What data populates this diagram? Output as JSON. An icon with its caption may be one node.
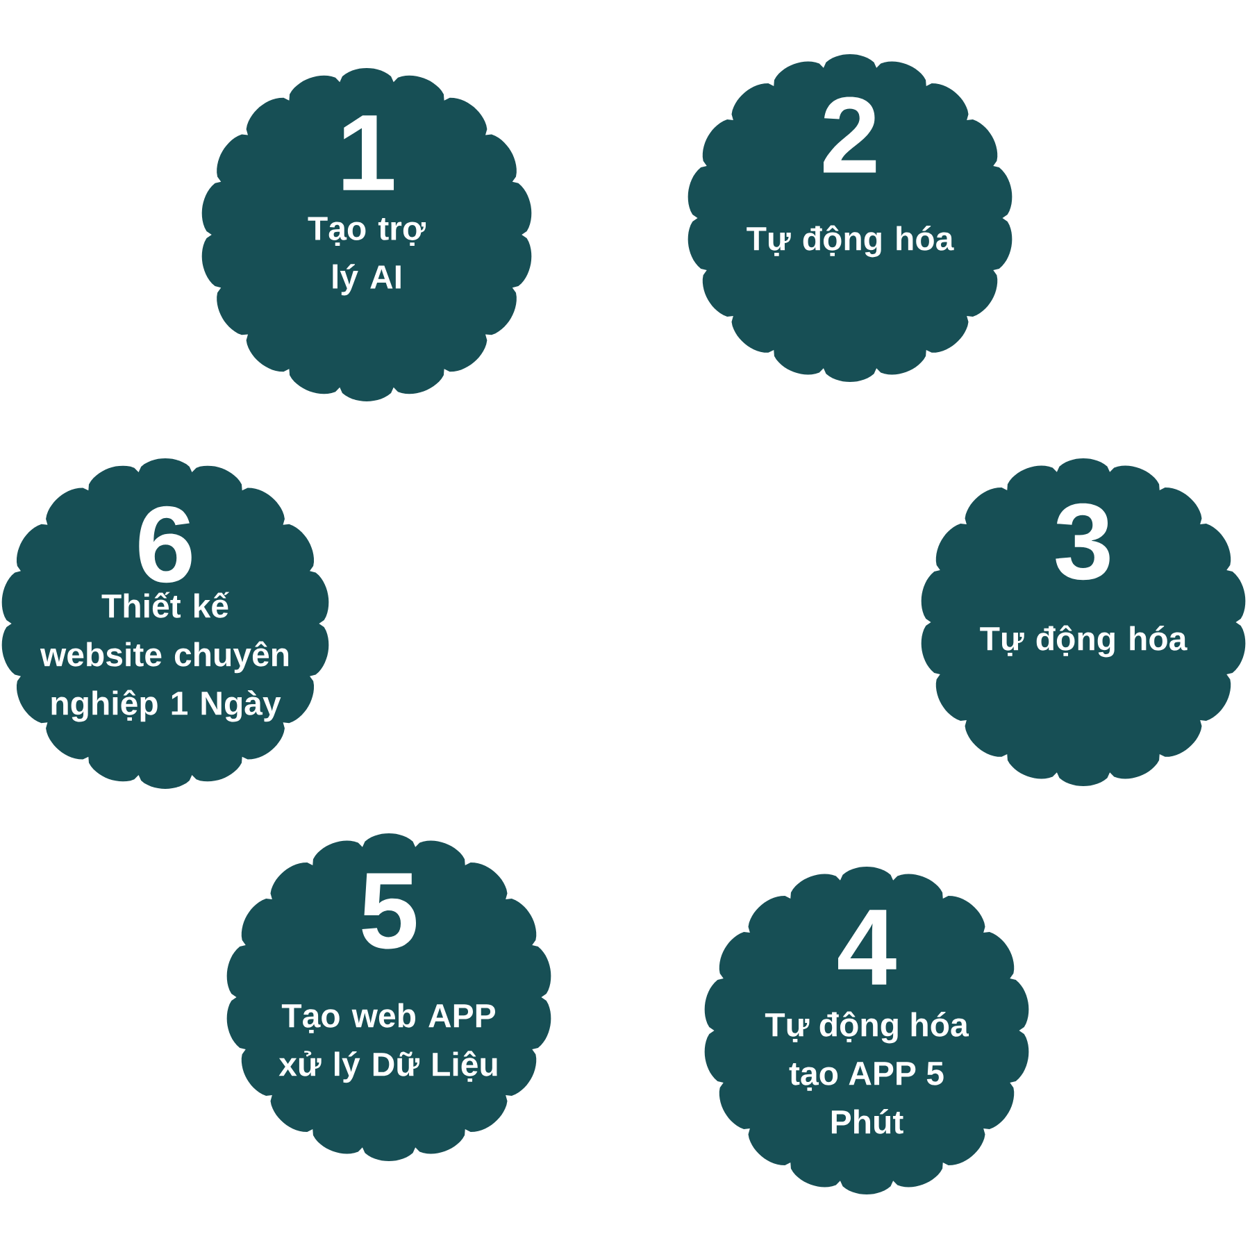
{
  "diagram": {
    "nodes": [
      {
        "text": [
          "1",
          "Tạo trợ lý AI"
        ]
      },
      {
        "text": [
          "2",
          "Tự động hóa"
        ]
      },
      {
        "text": [
          "3",
          "Tự động hóa"
        ]
      },
      {
        "text": [
          "4",
          "Tự động hóa tạo APP 5 Phút"
        ]
      },
      {
        "text": [
          "5",
          "Tạo web APP xử lý Dữ Liệu"
        ]
      },
      {
        "text": [
          "6",
          "Thiết kế website chuyên nghiệp 1 Ngày"
        ]
      }
    ],
    "edges": []
  }
}
